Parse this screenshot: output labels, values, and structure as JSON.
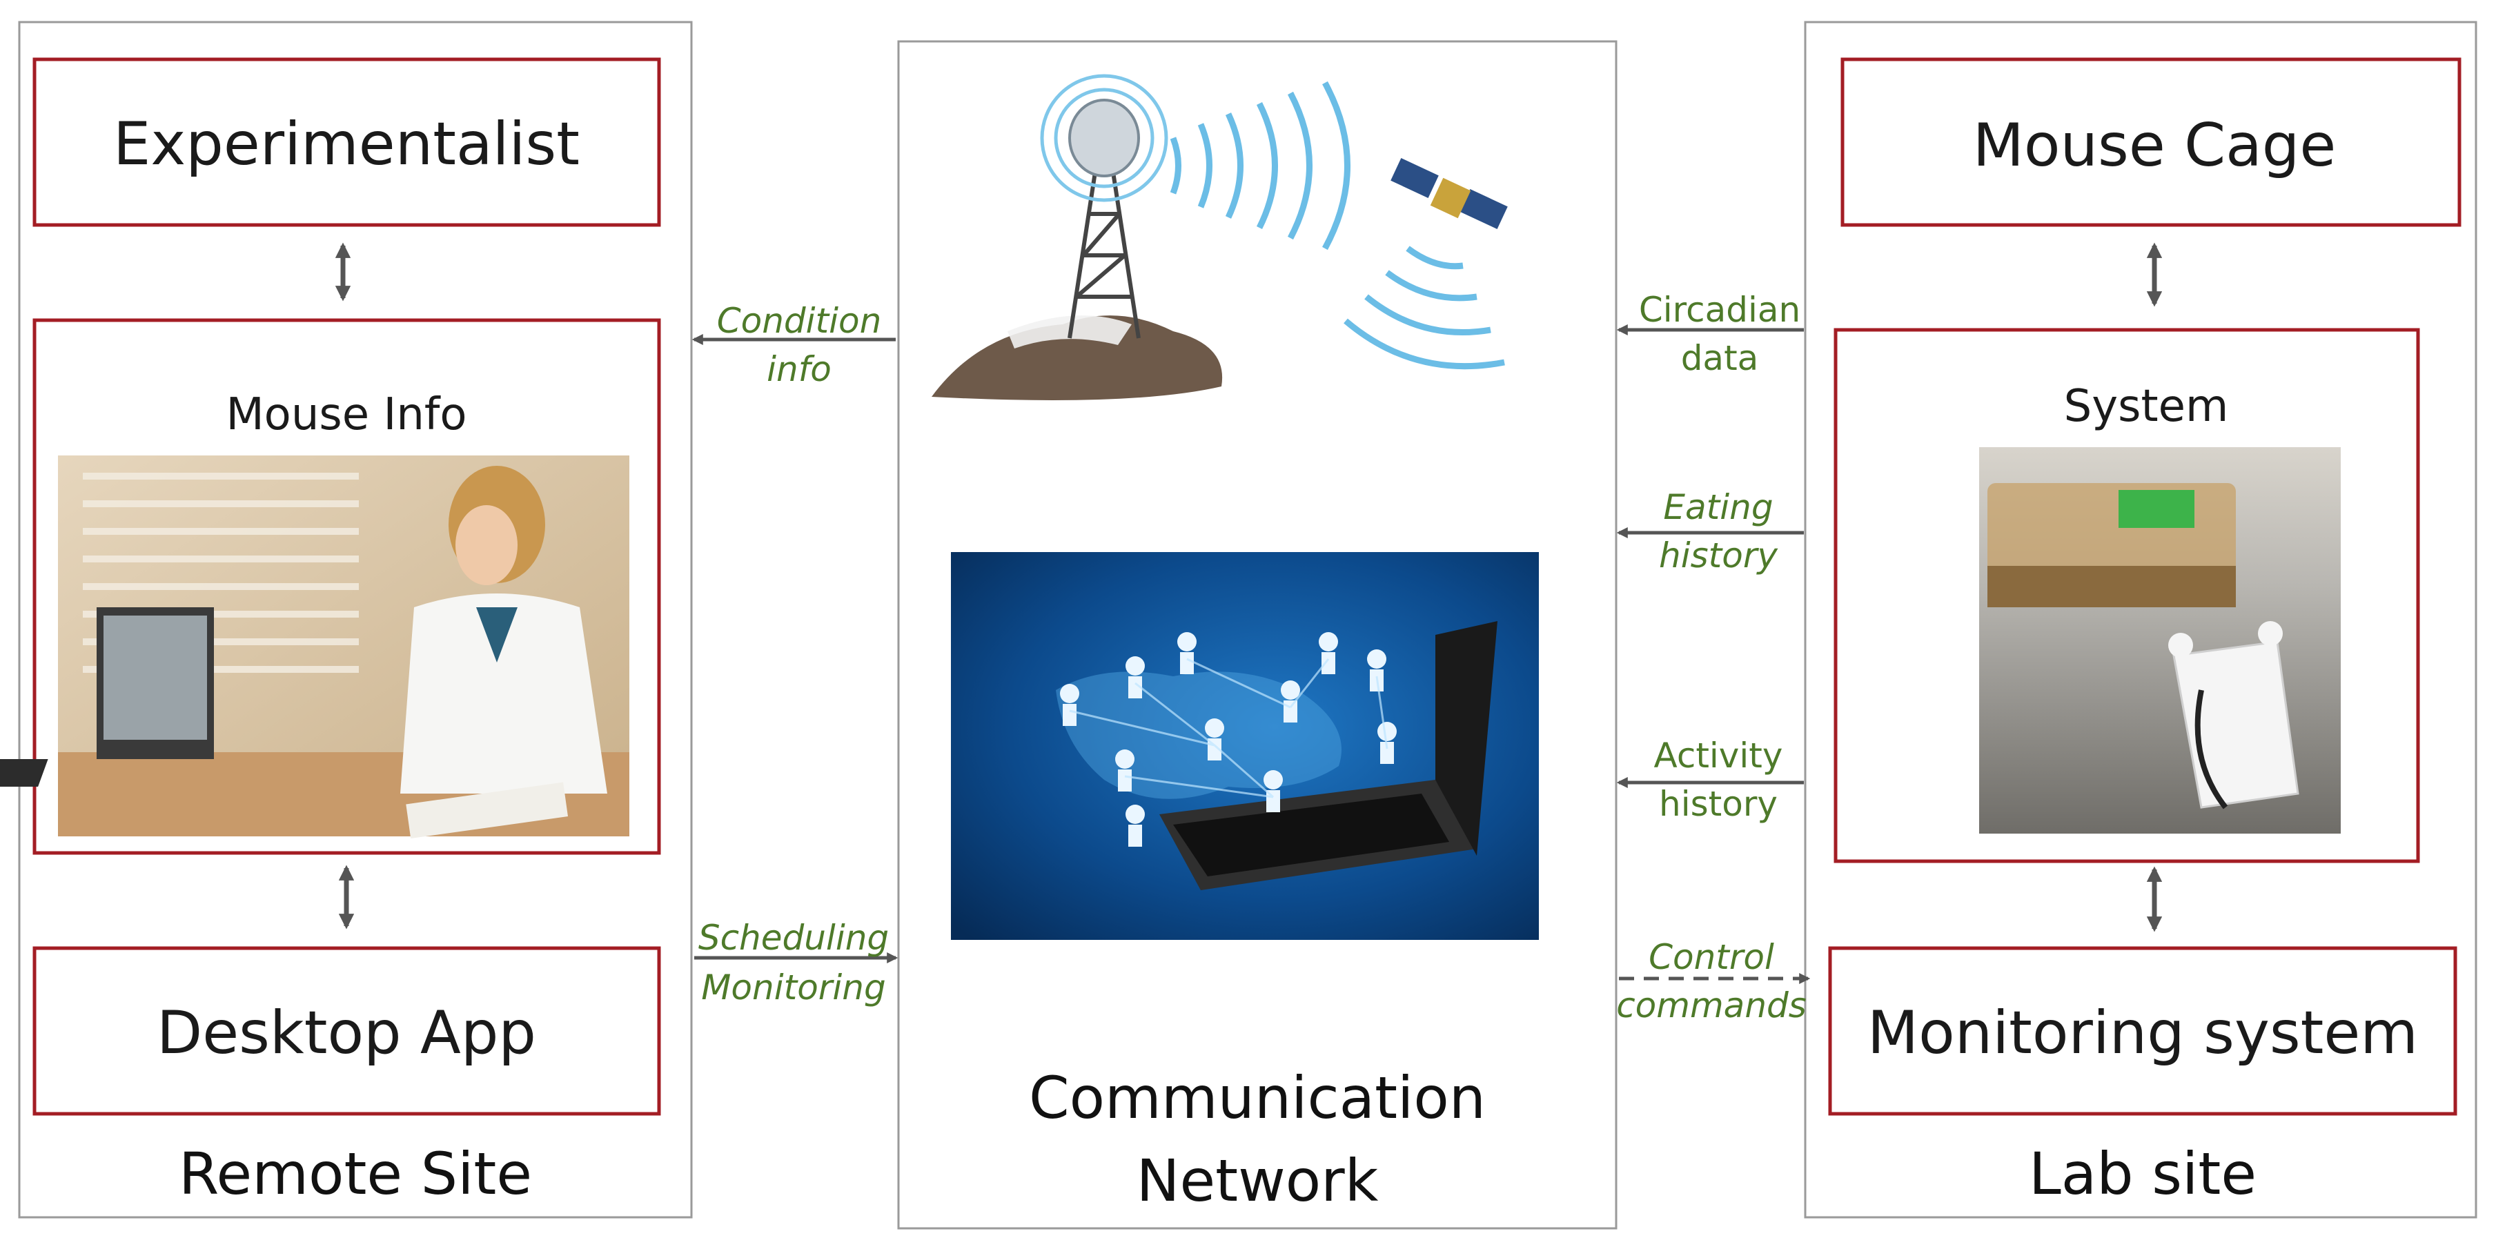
{
  "remote": {
    "site_label": "Remote Site",
    "experimentalist": "Experimentalist",
    "mouse_info": "Mouse Info",
    "desktop_app": "Desktop App"
  },
  "network": {
    "label_line1": "Communication",
    "label_line2": "Network"
  },
  "lab": {
    "site_label": "Lab site",
    "mouse_cage": "Mouse Cage",
    "system": "System",
    "monitoring_system": "Monitoring system"
  },
  "flows": {
    "condition_info": [
      "Condition",
      "info"
    ],
    "scheduling_monitoring": [
      "Scheduling",
      "Monitoring"
    ],
    "circadian_data": [
      "Circadian",
      "data"
    ],
    "eating_history": [
      "Eating",
      "history"
    ],
    "activity_history": [
      "Activity",
      "history"
    ],
    "control_commands": [
      "Control",
      "commands"
    ]
  },
  "colors": {
    "box_border": "#a31d24",
    "flow_label": "#4e7a2a",
    "arrow": "#555555",
    "panel_border": "#9a9a9a"
  }
}
